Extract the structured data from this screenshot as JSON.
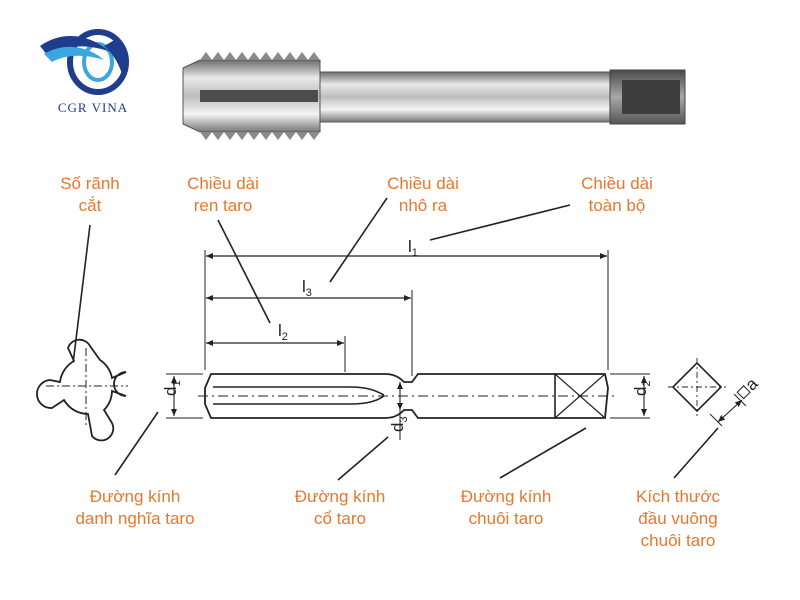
{
  "brand": {
    "name": "CGR VINA",
    "colors": {
      "blue": "#1f3d8c",
      "light_blue": "#3aa7e0"
    }
  },
  "colors": {
    "label": "#e8772e",
    "line": "#222222"
  },
  "labels": {
    "so_ranh_cat": [
      "Số rãnh",
      "cắt"
    ],
    "chieu_dai_ren": [
      "Chiều dài",
      "ren taro"
    ],
    "chieu_dai_nho_ra": [
      "Chiều dài",
      "nhô ra"
    ],
    "chieu_dai_toan_bo": [
      "Chiều dài",
      "toàn bộ"
    ],
    "duong_kinh_danh_nghia": [
      "Đường kính",
      "danh nghĩa taro"
    ],
    "duong_kinh_co": [
      "Đường kính",
      "cổ taro"
    ],
    "duong_kinh_chuoi": [
      "Đường kính",
      "chuôi taro"
    ],
    "kich_thuoc_dau_vuong": [
      "Kích thước",
      "đầu vuông",
      "chuôi taro"
    ]
  },
  "symbols": {
    "l1": {
      "base": "l",
      "sub": "1"
    },
    "l2": {
      "base": "l",
      "sub": "2"
    },
    "l3": {
      "base": "l",
      "sub": "3"
    },
    "d1": {
      "base": "d",
      "sub": "1"
    },
    "d2": {
      "base": "d",
      "sub": "2"
    },
    "d3": {
      "base": "d",
      "sub": "3"
    },
    "a": "a"
  }
}
